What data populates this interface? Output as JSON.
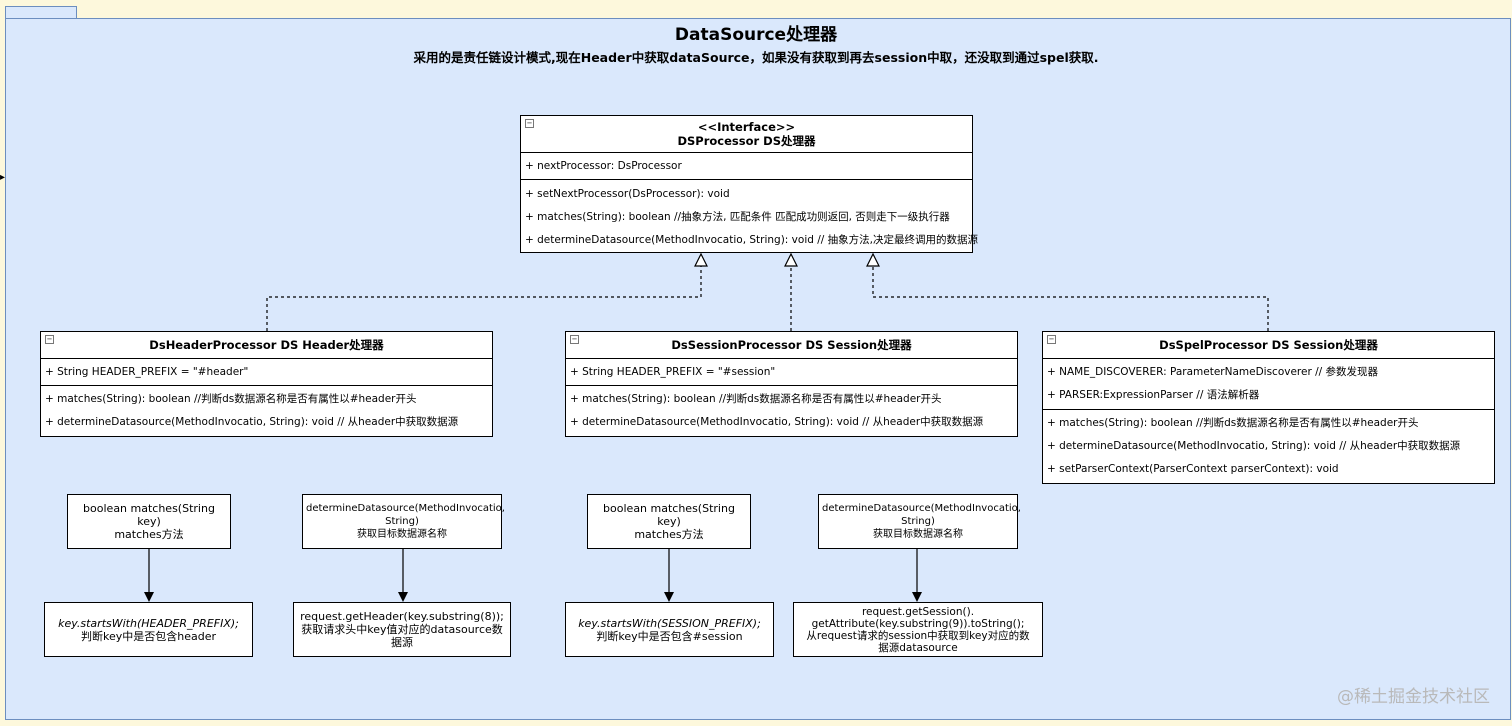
{
  "diagram": {
    "title": "DataSource处理器",
    "subtitle": "采用的是责任链设计模式,现在Header中获取dataSource，如果没有获取到再去session中取，还没取到通过spel获取."
  },
  "interface": {
    "stereotype": "<<Interface>>",
    "name": "DSProcessor DS处理器",
    "fields": [
      "+ nextProcessor: DsProcessor"
    ],
    "methods": [
      "+ setNextProcessor(DsProcessor): void",
      "+ matches(String): boolean //抽象方法, 匹配条件 匹配成功则返回, 否则走下一级执行器",
      "+ determineDatasource(MethodInvocatio, String): void // 抽象方法,决定最终调用的数据源"
    ]
  },
  "classes": [
    {
      "name": "DsHeaderProcessor DS Header处理器",
      "fields": [
        "+ String HEADER_PREFIX = \"#header\""
      ],
      "methods": [
        "+ matches(String): boolean //判断ds数据源名称是否有属性以#header开头",
        "+ determineDatasource(MethodInvocatio, String): void // 从header中获取数据源"
      ]
    },
    {
      "name": "DsSessionProcessor DS Session处理器",
      "fields": [
        "+ String HEADER_PREFIX = \"#session\""
      ],
      "methods": [
        "+ matches(String): boolean //判断ds数据源名称是否有属性以#header开头",
        "+ determineDatasource(MethodInvocatio, String): void // 从header中获取数据源"
      ]
    },
    {
      "name": "DsSpelProcessor DS Session处理器",
      "fields": [
        "+ NAME_DISCOVERER: ParameterNameDiscoverer // 参数发现器",
        "+ PARSER:ExpressionParser // 语法解析器"
      ],
      "methods": [
        "+ matches(String): boolean //判断ds数据源名称是否有属性以#header开头",
        "+ determineDatasource(MethodInvocatio, String): void // 从header中获取数据源",
        "+ setParserContext(ParserContext parserContext): void"
      ]
    }
  ],
  "notes": [
    {
      "lines": [
        "boolean matches(String key)",
        "matches方法"
      ]
    },
    {
      "lines": [
        "key.startsWith(HEADER_PREFIX);",
        "判断key中是否包含header"
      ]
    },
    {
      "lines": [
        "determineDatasource(MethodInvocatio,",
        "String)",
        "获取目标数据源名称"
      ]
    },
    {
      "lines": [
        "request.getHeader(key.substring(8));",
        "获取请求头中key值对应的datasource数",
        "据源"
      ]
    },
    {
      "lines": [
        "boolean matches(String key)",
        "matches方法"
      ]
    },
    {
      "lines": [
        "key.startsWith(SESSION_PREFIX);",
        "判断key中是否包含#session"
      ]
    },
    {
      "lines": [
        "determineDatasource(MethodInvocatio,",
        "String)",
        "获取目标数据源名称"
      ]
    },
    {
      "lines": [
        "request.getSession().",
        "getAttribute(key.substring(9)).toString();",
        "从request请求的session中获取到key对应的数",
        "据源datasource"
      ]
    }
  ],
  "watermark": "@稀土掘金技术社区"
}
